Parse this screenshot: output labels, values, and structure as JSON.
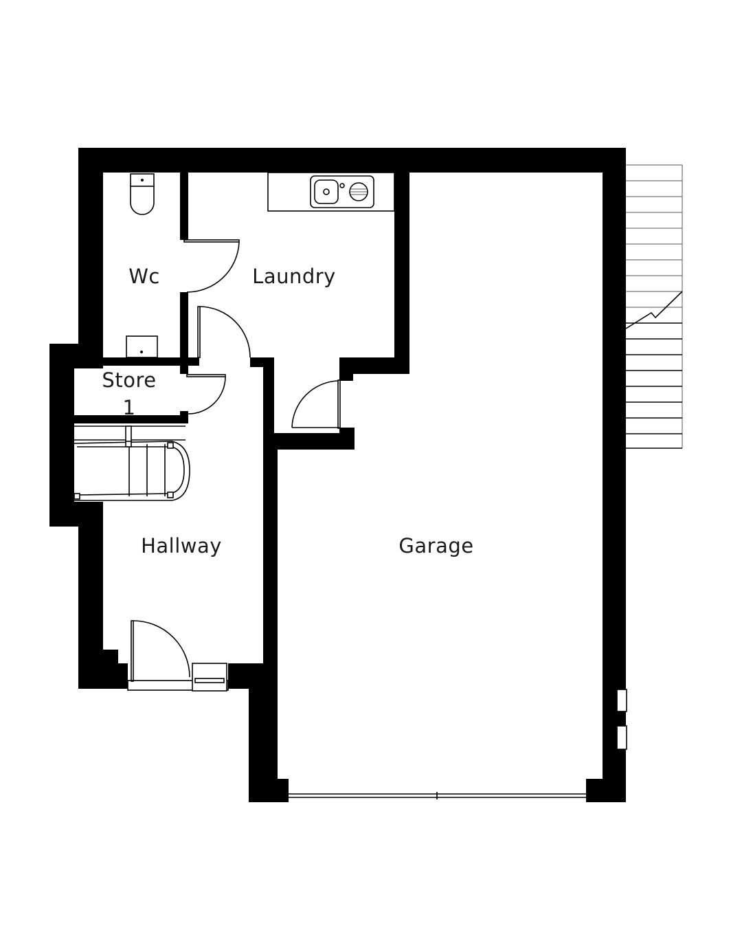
{
  "rooms": {
    "wc": "Wc",
    "laundry": "Laundry",
    "store_line1": "Store",
    "store_line2": "1",
    "hallway": "Hallway",
    "garage": "Garage"
  },
  "colors": {
    "wall": "#000000",
    "background": "#ffffff"
  }
}
